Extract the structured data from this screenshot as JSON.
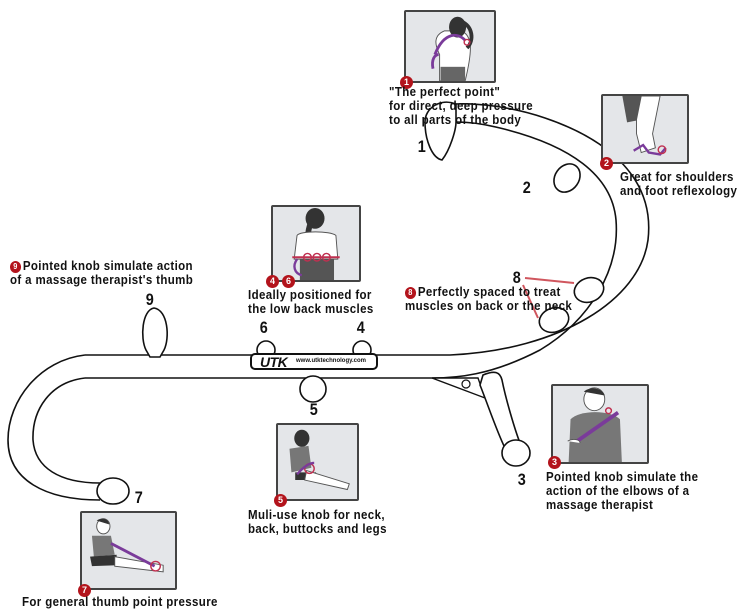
{
  "title": "UTK massage tool knob guide",
  "brand": {
    "logo": "UTK",
    "url": "www.utktechnology.com"
  },
  "colors": {
    "badge": "#b3141c",
    "card_bg": "#e4e6e9",
    "accent_line": "#d0565e",
    "tool_outline": "#111111"
  },
  "knob_labels": [
    "1",
    "2",
    "3",
    "4",
    "5",
    "6",
    "7",
    "8",
    "9"
  ],
  "callouts": [
    {
      "id": "1",
      "badge": "1",
      "lines": [
        "\"The perfect point\"",
        "for direct, deep pressure",
        "to all parts of the body"
      ],
      "illustration": "woman-shoulder-massage"
    },
    {
      "id": "2",
      "badge": "2",
      "lines": [
        "Great for shoulders",
        "and foot reflexology"
      ],
      "illustration": "foot-reflexology"
    },
    {
      "id": "3",
      "badge": "3",
      "lines": [
        "Pointed knob simulate the",
        "action of the elbows of a",
        "massage therapist"
      ],
      "illustration": "man-neck-massage"
    },
    {
      "id": "46",
      "badge": "4 6",
      "lines": [
        "Ideally positioned for",
        "the low back muscles"
      ],
      "illustration": "woman-low-back-massage"
    },
    {
      "id": "5",
      "badge": "5",
      "lines": [
        "Muli-use knob for neck,",
        "back, buttocks and legs"
      ],
      "illustration": "man-leg-massage"
    },
    {
      "id": "7",
      "badge": "7",
      "lines": [
        "For general thumb point pressure"
      ],
      "illustration": "man-foot-massage"
    },
    {
      "id": "8",
      "badge": "8",
      "lines": [
        "Perfectly spaced to treat",
        "muscles on back or the neck"
      ]
    },
    {
      "id": "9",
      "badge": "9",
      "lines": [
        "Pointed knob simulate action",
        "of a massage therapist's thumb"
      ]
    }
  ]
}
